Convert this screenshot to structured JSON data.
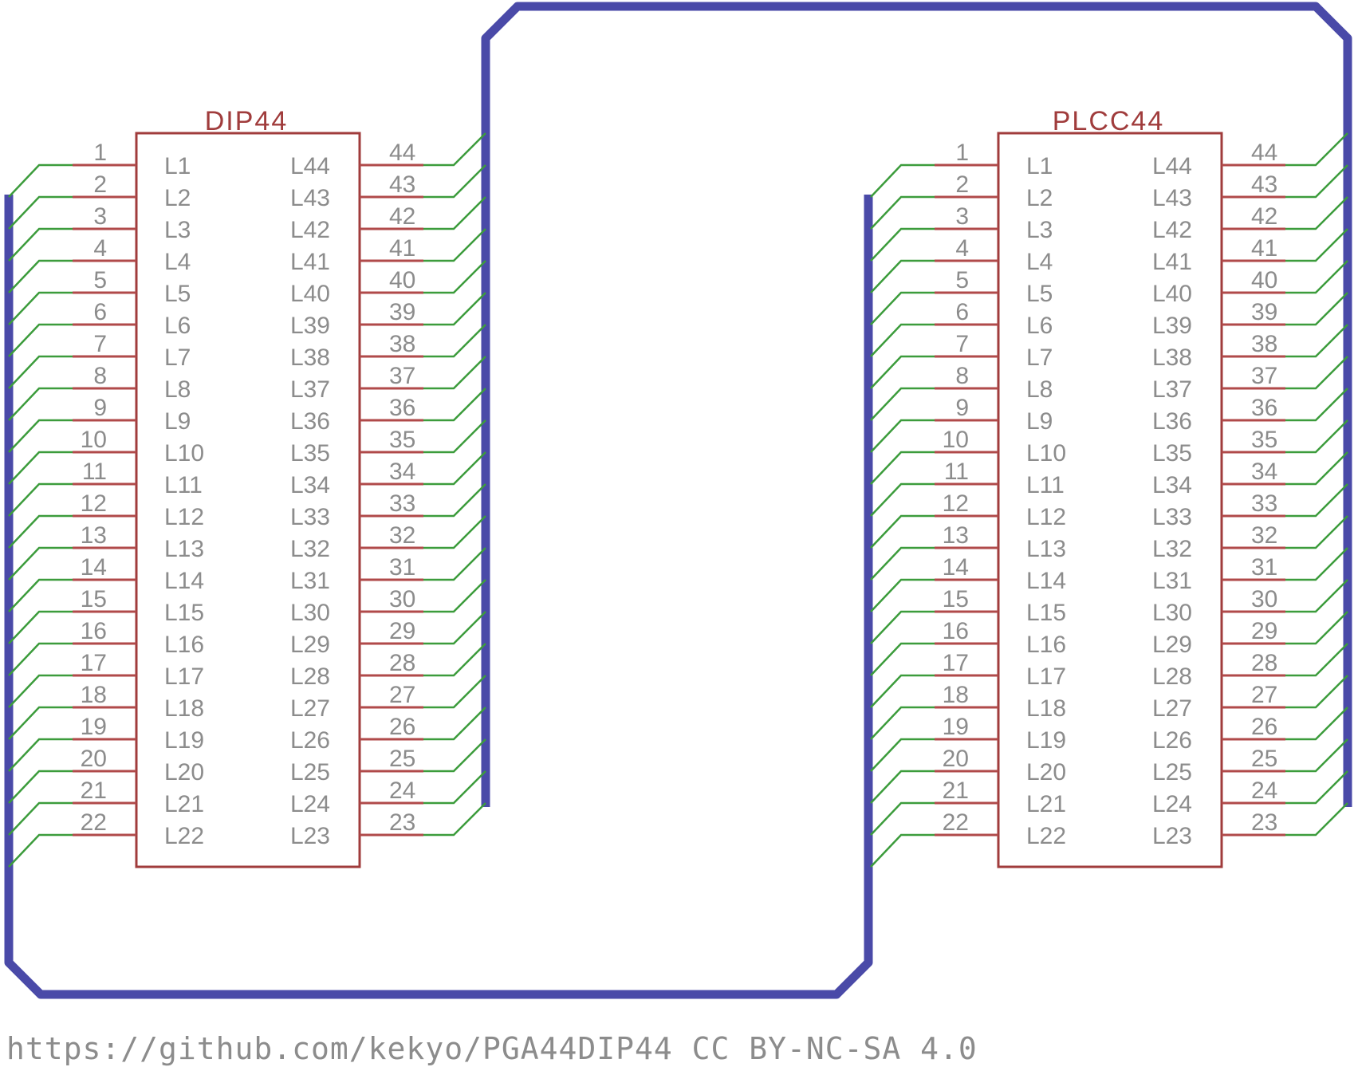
{
  "parts": [
    {
      "name": "DIP44",
      "left_pins": [
        "1",
        "2",
        "3",
        "4",
        "5",
        "6",
        "7",
        "8",
        "9",
        "10",
        "11",
        "12",
        "13",
        "14",
        "15",
        "16",
        "17",
        "18",
        "19",
        "20",
        "21",
        "22"
      ],
      "left_labels": [
        "L1",
        "L2",
        "L3",
        "L4",
        "L5",
        "L6",
        "L7",
        "L8",
        "L9",
        "L10",
        "L11",
        "L12",
        "L13",
        "L14",
        "L15",
        "L16",
        "L17",
        "L18",
        "L19",
        "L20",
        "L21",
        "L22"
      ],
      "right_pins": [
        "44",
        "43",
        "42",
        "41",
        "40",
        "39",
        "38",
        "37",
        "36",
        "35",
        "34",
        "33",
        "32",
        "31",
        "30",
        "29",
        "28",
        "27",
        "26",
        "25",
        "24",
        "23"
      ],
      "right_labels": [
        "L44",
        "L43",
        "L42",
        "L41",
        "L40",
        "L39",
        "L38",
        "L37",
        "L36",
        "L35",
        "L34",
        "L33",
        "L32",
        "L31",
        "L30",
        "L29",
        "L28",
        "L27",
        "L26",
        "L25",
        "L24",
        "L23"
      ]
    },
    {
      "name": "PLCC44",
      "left_pins": [
        "1",
        "2",
        "3",
        "4",
        "5",
        "6",
        "7",
        "8",
        "9",
        "10",
        "11",
        "12",
        "13",
        "14",
        "15",
        "16",
        "17",
        "18",
        "19",
        "20",
        "21",
        "22"
      ],
      "left_labels": [
        "L1",
        "L2",
        "L3",
        "L4",
        "L5",
        "L6",
        "L7",
        "L8",
        "L9",
        "L10",
        "L11",
        "L12",
        "L13",
        "L14",
        "L15",
        "L16",
        "L17",
        "L18",
        "L19",
        "L20",
        "L21",
        "L22"
      ],
      "right_pins": [
        "44",
        "43",
        "42",
        "41",
        "40",
        "39",
        "38",
        "37",
        "36",
        "35",
        "34",
        "33",
        "32",
        "31",
        "30",
        "29",
        "28",
        "27",
        "26",
        "25",
        "24",
        "23"
      ],
      "right_labels": [
        "L44",
        "L43",
        "L42",
        "L41",
        "L40",
        "L39",
        "L38",
        "L37",
        "L36",
        "L35",
        "L34",
        "L33",
        "L32",
        "L31",
        "L30",
        "L29",
        "L28",
        "L27",
        "L26",
        "L25",
        "L24",
        "L23"
      ]
    }
  ],
  "footer": "https://github.com/kekyo/PGA44DIP44 CC BY-NC-SA 4.0",
  "colors": {
    "part": "#a03c3c",
    "pin": "#b04a4a",
    "net": "#3c9c3c",
    "bus": "#4a4aa8",
    "text": "#8c8c8c"
  }
}
